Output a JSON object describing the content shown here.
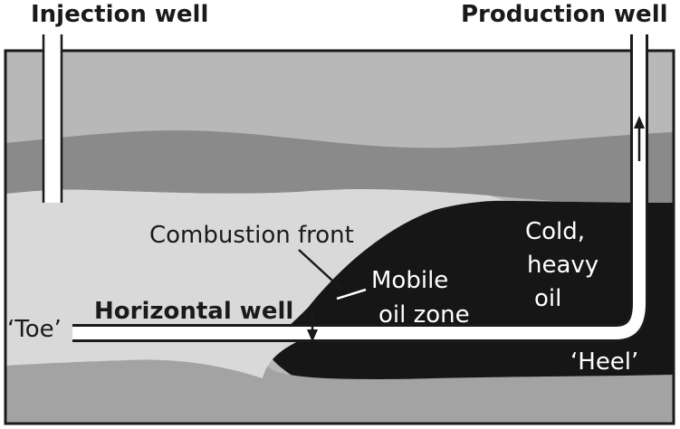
{
  "labels": {
    "injection_well": "Injection well",
    "production_well": "Production well",
    "combustion_front": "Combustion front",
    "horizontal_well": "Horizontal well",
    "toe": "‘Toe’",
    "heel": "‘Heel’",
    "mobile_oil_line1": "Mobile",
    "mobile_oil_line2": "oil zone",
    "cold_oil_line1": "Cold,",
    "cold_oil_line2": "heavy",
    "cold_oil_line3": "oil"
  },
  "colors": {
    "top_layer": "#b8b8b8",
    "middle_band": "#8a8a8a",
    "burned_zone": "#d9d9d9",
    "oil_zone": "#161616",
    "bottom_layer": "#a3a3a3",
    "well_pipe": "#ffffff",
    "outline": "#1a1a1a"
  }
}
